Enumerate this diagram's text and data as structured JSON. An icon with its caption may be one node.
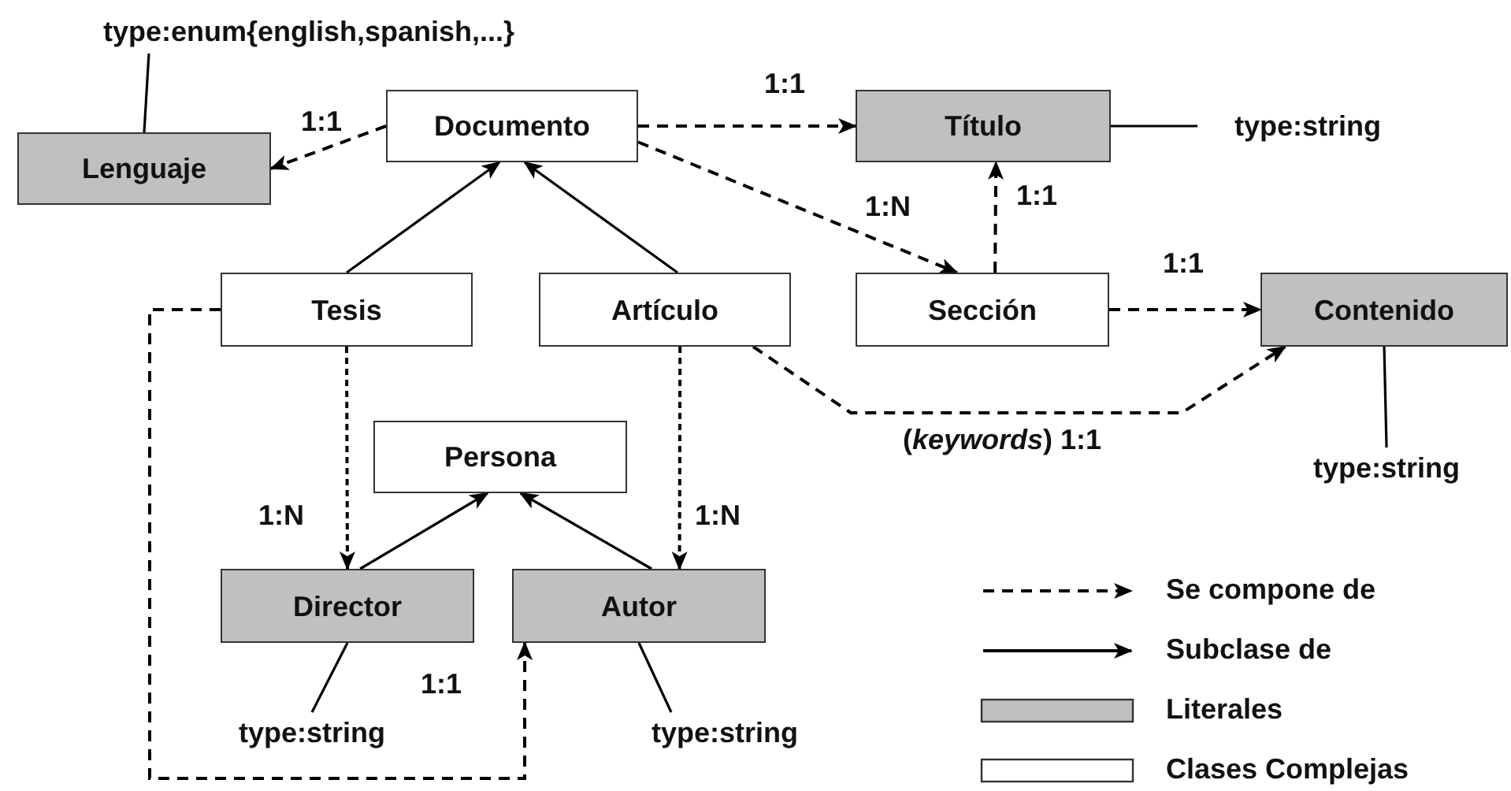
{
  "diagram": {
    "nodes": [
      {
        "text": [
          "Documento"
        ]
      },
      {
        "text": [
          "Lenguaje"
        ]
      },
      {
        "text": [
          "type:enum{english,spanish,...}"
        ]
      },
      {
        "text": [
          "Título"
        ]
      },
      {
        "text": [
          "type:string"
        ]
      },
      {
        "text": [
          "Tesis"
        ]
      },
      {
        "text": [
          "Artículo"
        ]
      },
      {
        "text": [
          "Sección"
        ]
      },
      {
        "text": [
          "Contenido"
        ]
      },
      {
        "text": [
          "type:string"
        ]
      },
      {
        "text": [
          "Persona"
        ]
      },
      {
        "text": [
          "Director"
        ]
      },
      {
        "text": [
          "Autor"
        ]
      },
      {
        "text": [
          "type:string"
        ]
      },
      {
        "text": [
          "type:string"
        ]
      }
    ],
    "edges": [
      {
        "from": 0,
        "to": 1,
        "arrow": "to",
        "style": "dashed",
        "label": "1:1"
      },
      {
        "from": 0,
        "to": 3,
        "arrow": "to",
        "style": "dashed",
        "label": "1:1"
      },
      {
        "from": 0,
        "to": 7,
        "arrow": "to",
        "style": "dashed",
        "label": "1:N"
      },
      {
        "from": 7,
        "to": 3,
        "arrow": "to",
        "style": "dashed",
        "label": "1:1"
      },
      {
        "from": 7,
        "to": 8,
        "arrow": "to",
        "style": "dashed",
        "label": "1:1"
      },
      {
        "from": 6,
        "to": 8,
        "arrow": "to",
        "style": "dashed",
        "label": "(*keywords*) 1:1"
      },
      {
        "from": 5,
        "to": 0,
        "arrow": "to"
      },
      {
        "from": 6,
        "to": 0,
        "arrow": "to"
      },
      {
        "from": 5,
        "to": 11,
        "arrow": "to",
        "style": "dashed",
        "label": "1:N"
      },
      {
        "from": 6,
        "to": 12,
        "arrow": "to",
        "style": "dashed",
        "label": "1:N"
      },
      {
        "from": 11,
        "to": 10,
        "arrow": "to"
      },
      {
        "from": 12,
        "to": 10,
        "arrow": "to"
      },
      {
        "from": 5,
        "to": 12,
        "arrow": "to",
        "style": "dashed",
        "label": "1:1"
      },
      {
        "from": 1,
        "to": 2,
        "arrow": "none"
      },
      {
        "from": 3,
        "to": 4,
        "arrow": "none"
      },
      {
        "from": 8,
        "to": 9,
        "arrow": "none"
      },
      {
        "from": 11,
        "to": 13,
        "arrow": "none"
      },
      {
        "from": 12,
        "to": 14,
        "arrow": "none"
      }
    ],
    "legend": [
      {
        "text": "Se compone de"
      },
      {
        "text": "Subclase de"
      },
      {
        "text": "Literales",
        "color": "#c0c0c0"
      },
      {
        "text": "Clases Complejas",
        "color": "#ffffff"
      }
    ]
  }
}
